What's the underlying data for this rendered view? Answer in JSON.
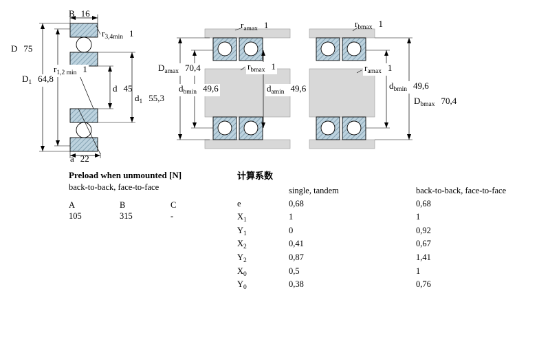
{
  "colors": {
    "background": "#ffffff",
    "bearing_fill": "#bcd2de",
    "hatch_line": "#84a2b3",
    "housing_fill": "#d8d8d8",
    "line": "#000000"
  },
  "drawing1": {
    "name": "bearing cross-section with boundary dimensions",
    "dims": {
      "B": {
        "base": "B",
        "sub": "",
        "value": "16"
      },
      "r34": {
        "base": "r",
        "sub": "3,4min",
        "value": "1"
      },
      "D": {
        "base": "D",
        "sub": "",
        "value": "75"
      },
      "D1": {
        "base": "D",
        "sub": "1",
        "value": "64,8"
      },
      "r12": {
        "base": "r",
        "sub": "1,2 min",
        "value": "1"
      },
      "d": {
        "base": "d",
        "sub": "",
        "value": "45"
      },
      "d1": {
        "base": "d",
        "sub": "1",
        "value": "55,3"
      },
      "a": {
        "base": "a",
        "sub": "",
        "value": "22"
      }
    }
  },
  "drawing2": {
    "name": "paired mounting, abutment dimensions left",
    "dims": {
      "ramax": {
        "base": "r",
        "sub": "amax",
        "value": "1"
      },
      "Damax": {
        "base": "D",
        "sub": "amax",
        "value": "70,4"
      },
      "rbmax": {
        "base": "r",
        "sub": "bmax",
        "value": "1"
      },
      "dbmin": {
        "base": "d",
        "sub": "bmin",
        "value": "49,6"
      },
      "damin": {
        "base": "d",
        "sub": "amin",
        "value": "49,6"
      }
    }
  },
  "drawing3": {
    "name": "paired mounting, abutment dimensions right",
    "dims": {
      "rbmax": {
        "base": "r",
        "sub": "bmax",
        "value": "1"
      },
      "ramax": {
        "base": "r",
        "sub": "amax",
        "value": "1"
      },
      "dbmin": {
        "base": "d",
        "sub": "bmin",
        "value": "49,6"
      },
      "Dbmax": {
        "base": "D",
        "sub": "bmax",
        "value": "70,4"
      }
    }
  },
  "preload": {
    "title": "Preload when unmounted [N]",
    "subtitle": "back-to-back, face-to-face",
    "headers": [
      "A",
      "B",
      "C"
    ],
    "values": [
      "105",
      "315",
      "-"
    ]
  },
  "factors": {
    "title": "计算系数",
    "columns": [
      "single, tandem",
      "back-to-back, face-to-face"
    ],
    "rows": [
      {
        "base": "e",
        "sub": "",
        "v1": "0,68",
        "v2": "0,68"
      },
      {
        "base": "X",
        "sub": "1",
        "v1": "1",
        "v2": "1"
      },
      {
        "base": "Y",
        "sub": "1",
        "v1": "0",
        "v2": "0,92"
      },
      {
        "base": "X",
        "sub": "2",
        "v1": "0,41",
        "v2": "0,67"
      },
      {
        "base": "Y",
        "sub": "2",
        "v1": "0,87",
        "v2": "1,41"
      },
      {
        "base": "X",
        "sub": "0",
        "v1": "0,5",
        "v2": "1"
      },
      {
        "base": "Y",
        "sub": "0",
        "v1": "0,38",
        "v2": "0,76"
      }
    ]
  }
}
